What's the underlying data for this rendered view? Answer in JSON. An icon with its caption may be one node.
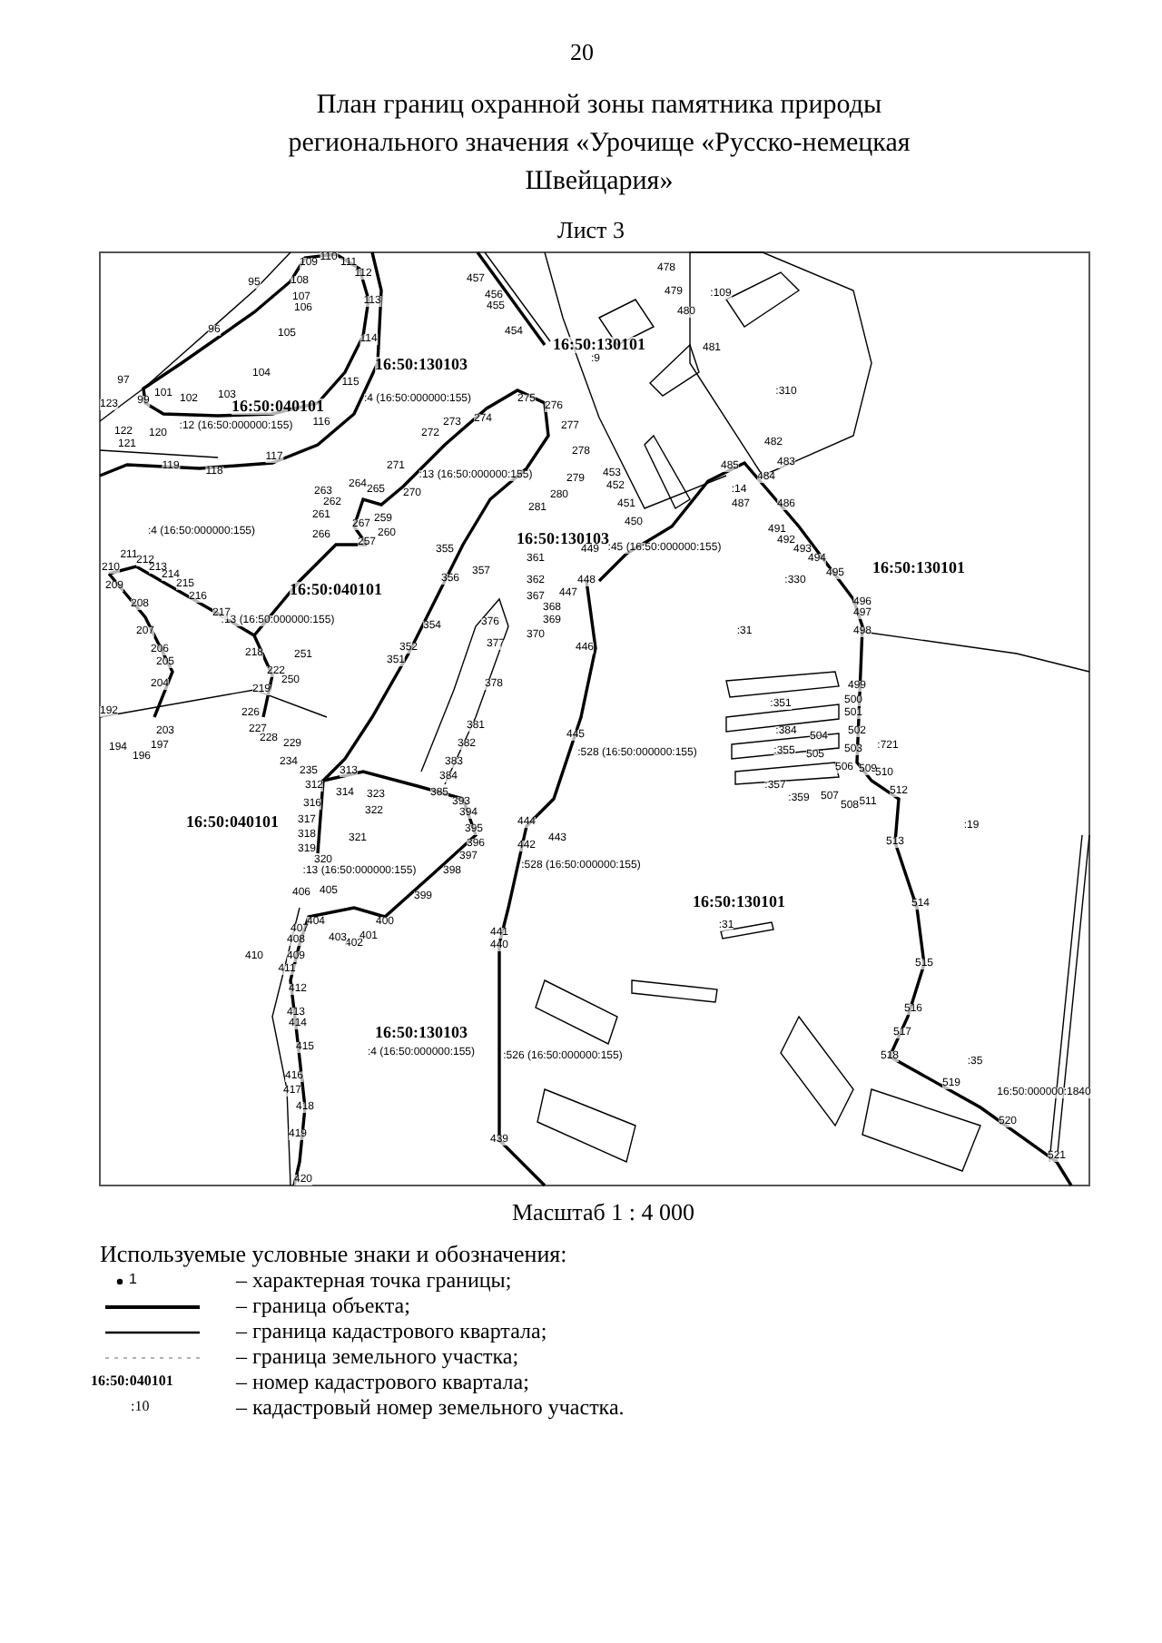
{
  "diagram": {
    "title": "План границ охранной зоны памятника природы регионального значения «Урочище «Русско-немецкая Швейцария»",
    "labels": [
      "20",
      "Лист 3",
      "16:50:130103",
      "16:50:040101",
      "16:50:040101",
      "16:50:130101",
      "16:50:130103",
      "16:50:130101",
      "16:50:040101",
      "16:50:130101",
      "16:50:130103",
      ":4 (16:50:000000:155)",
      ":12 (16:50:000000:155)",
      ":13 (16:50:000000:155)",
      ":4 (16:50:000000:155)",
      ":13 (16:50:000000:155)",
      ":9",
      ":109",
      ":310",
      ":14",
      ":45 (16:50:000000:155)",
      ":330",
      ":31",
      ":351",
      ":384",
      ":721",
      ":528 (16:50:000000:155)",
      ":355",
      ":357",
      ":359",
      ":19",
      ":528 (16:50:000000:155)",
      ":13 (16:50:000000:155)",
      ":31",
      ":4 (16:50:000000:155)",
      ":526 (16:50:000000:155)",
      ":35",
      "16:50:000000:1840",
      "95",
      "96",
      "97",
      "99",
      "101",
      "102",
      "103",
      "104",
      "105",
      "106",
      "107",
      "108",
      "109",
      "110",
      "111",
      "112",
      "113",
      "114",
      "115",
      "116",
      "117",
      "118",
      "119",
      "120",
      "121",
      "122",
      "123",
      "192",
      "194",
      "196",
      "197",
      "203",
      "204",
      "205",
      "206",
      "207",
      "208",
      "209",
      "210",
      "211",
      "212",
      "213",
      "214",
      "215",
      "216",
      "217",
      "218",
      "219",
      "222",
      "226",
      "227",
      "228",
      "229",
      "234",
      "235",
      "250",
      "251",
      "257",
      "259",
      "260",
      "261",
      "262",
      "263",
      "264",
      "265",
      "266",
      "267",
      "270",
      "271",
      "272",
      "273",
      "274",
      "275",
      "276",
      "277",
      "278",
      "279",
      "280",
      "281",
      "312",
      "313",
      "314",
      "316",
      "317",
      "318",
      "319",
      "320",
      "321",
      "322",
      "323",
      "351",
      "352",
      "354",
      "355",
      "356",
      "357",
      "361",
      "362",
      "367",
      "368",
      "369",
      "370",
      "376",
      "377",
      "378",
      "381",
      "382",
      "383",
      "384",
      "385",
      "393",
      "394",
      "395",
      "396",
      "397",
      "398",
      "399",
      "400",
      "401",
      "402",
      "403",
      "404",
      "405",
      "406",
      "407",
      "408",
      "409",
      "410",
      "411",
      "412",
      "413",
      "414",
      "415",
      "416",
      "417",
      "418",
      "419",
      "420",
      "439",
      "440",
      "441",
      "442",
      "443",
      "444",
      "445",
      "446",
      "447",
      "448",
      "449",
      "450",
      "451",
      "452",
      "453",
      "454",
      "455",
      "456",
      "457",
      "478",
      "479",
      "480",
      "481",
      "482",
      "483",
      "484",
      "485",
      "486",
      "487",
      "491",
      "492",
      "493",
      "494",
      "495",
      "496",
      "497",
      "498",
      "499",
      "500",
      "501",
      "502",
      "503",
      "504",
      "505",
      "506",
      "507",
      "508",
      "509",
      "510",
      "511",
      "512",
      "513",
      "514",
      "515",
      "516",
      "517",
      "518",
      "519",
      "520",
      "521",
      "Масштаб 1 : 4 000",
      "Используемые условные знаки и обозначения:",
      "1",
      "16:50:040101",
      ":10"
    ],
    "legend": [
      {
        "text": "– характерная точка границы;"
      },
      {
        "text": "– граница объекта;"
      },
      {
        "text": "– граница кадастрового квартала;"
      },
      {
        "text": "– граница земельного участка;"
      },
      {
        "text": "– номер кадастрового квартала;"
      },
      {
        "text": "– кадастровый номер земельного участка."
      }
    ]
  }
}
